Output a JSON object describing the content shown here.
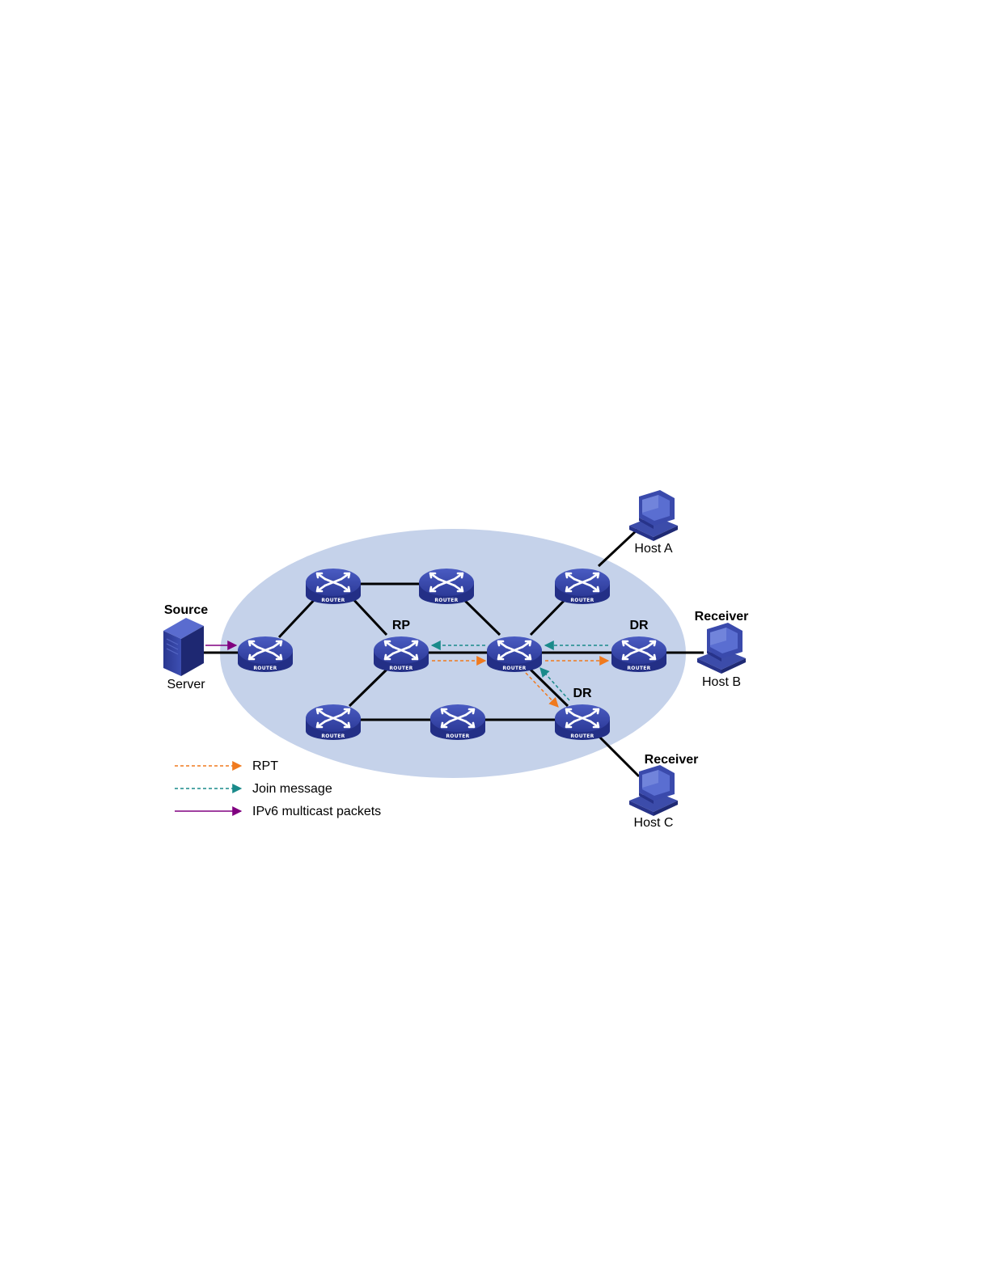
{
  "labels": {
    "source": "Source",
    "server": "Server",
    "rp": "RP",
    "dr_b": "DR",
    "dr_c": "DR",
    "receiver_b": "Receiver",
    "receiver_c": "Receiver",
    "host_a": "Host A",
    "host_b": "Host B",
    "host_c": "Host C"
  },
  "router_caption": "ROUTER",
  "legend": [
    {
      "label": "RPT",
      "style": "dashed",
      "color": "#f07a1e"
    },
    {
      "label": "Join message",
      "style": "dashed",
      "color": "#1a8a8a"
    },
    {
      "label": "IPv6 multicast packets",
      "style": "solid",
      "color": "#800080"
    }
  ],
  "colors": {
    "domain_fill": "#c5d2ea",
    "router_blue": "#2f3f9e",
    "link": "#000000",
    "rpt": "#f07a1e",
    "join": "#1a8a8a",
    "multicast": "#800080"
  },
  "icons": {
    "router": "router-icon",
    "server": "server-icon",
    "host": "computer-icon"
  }
}
